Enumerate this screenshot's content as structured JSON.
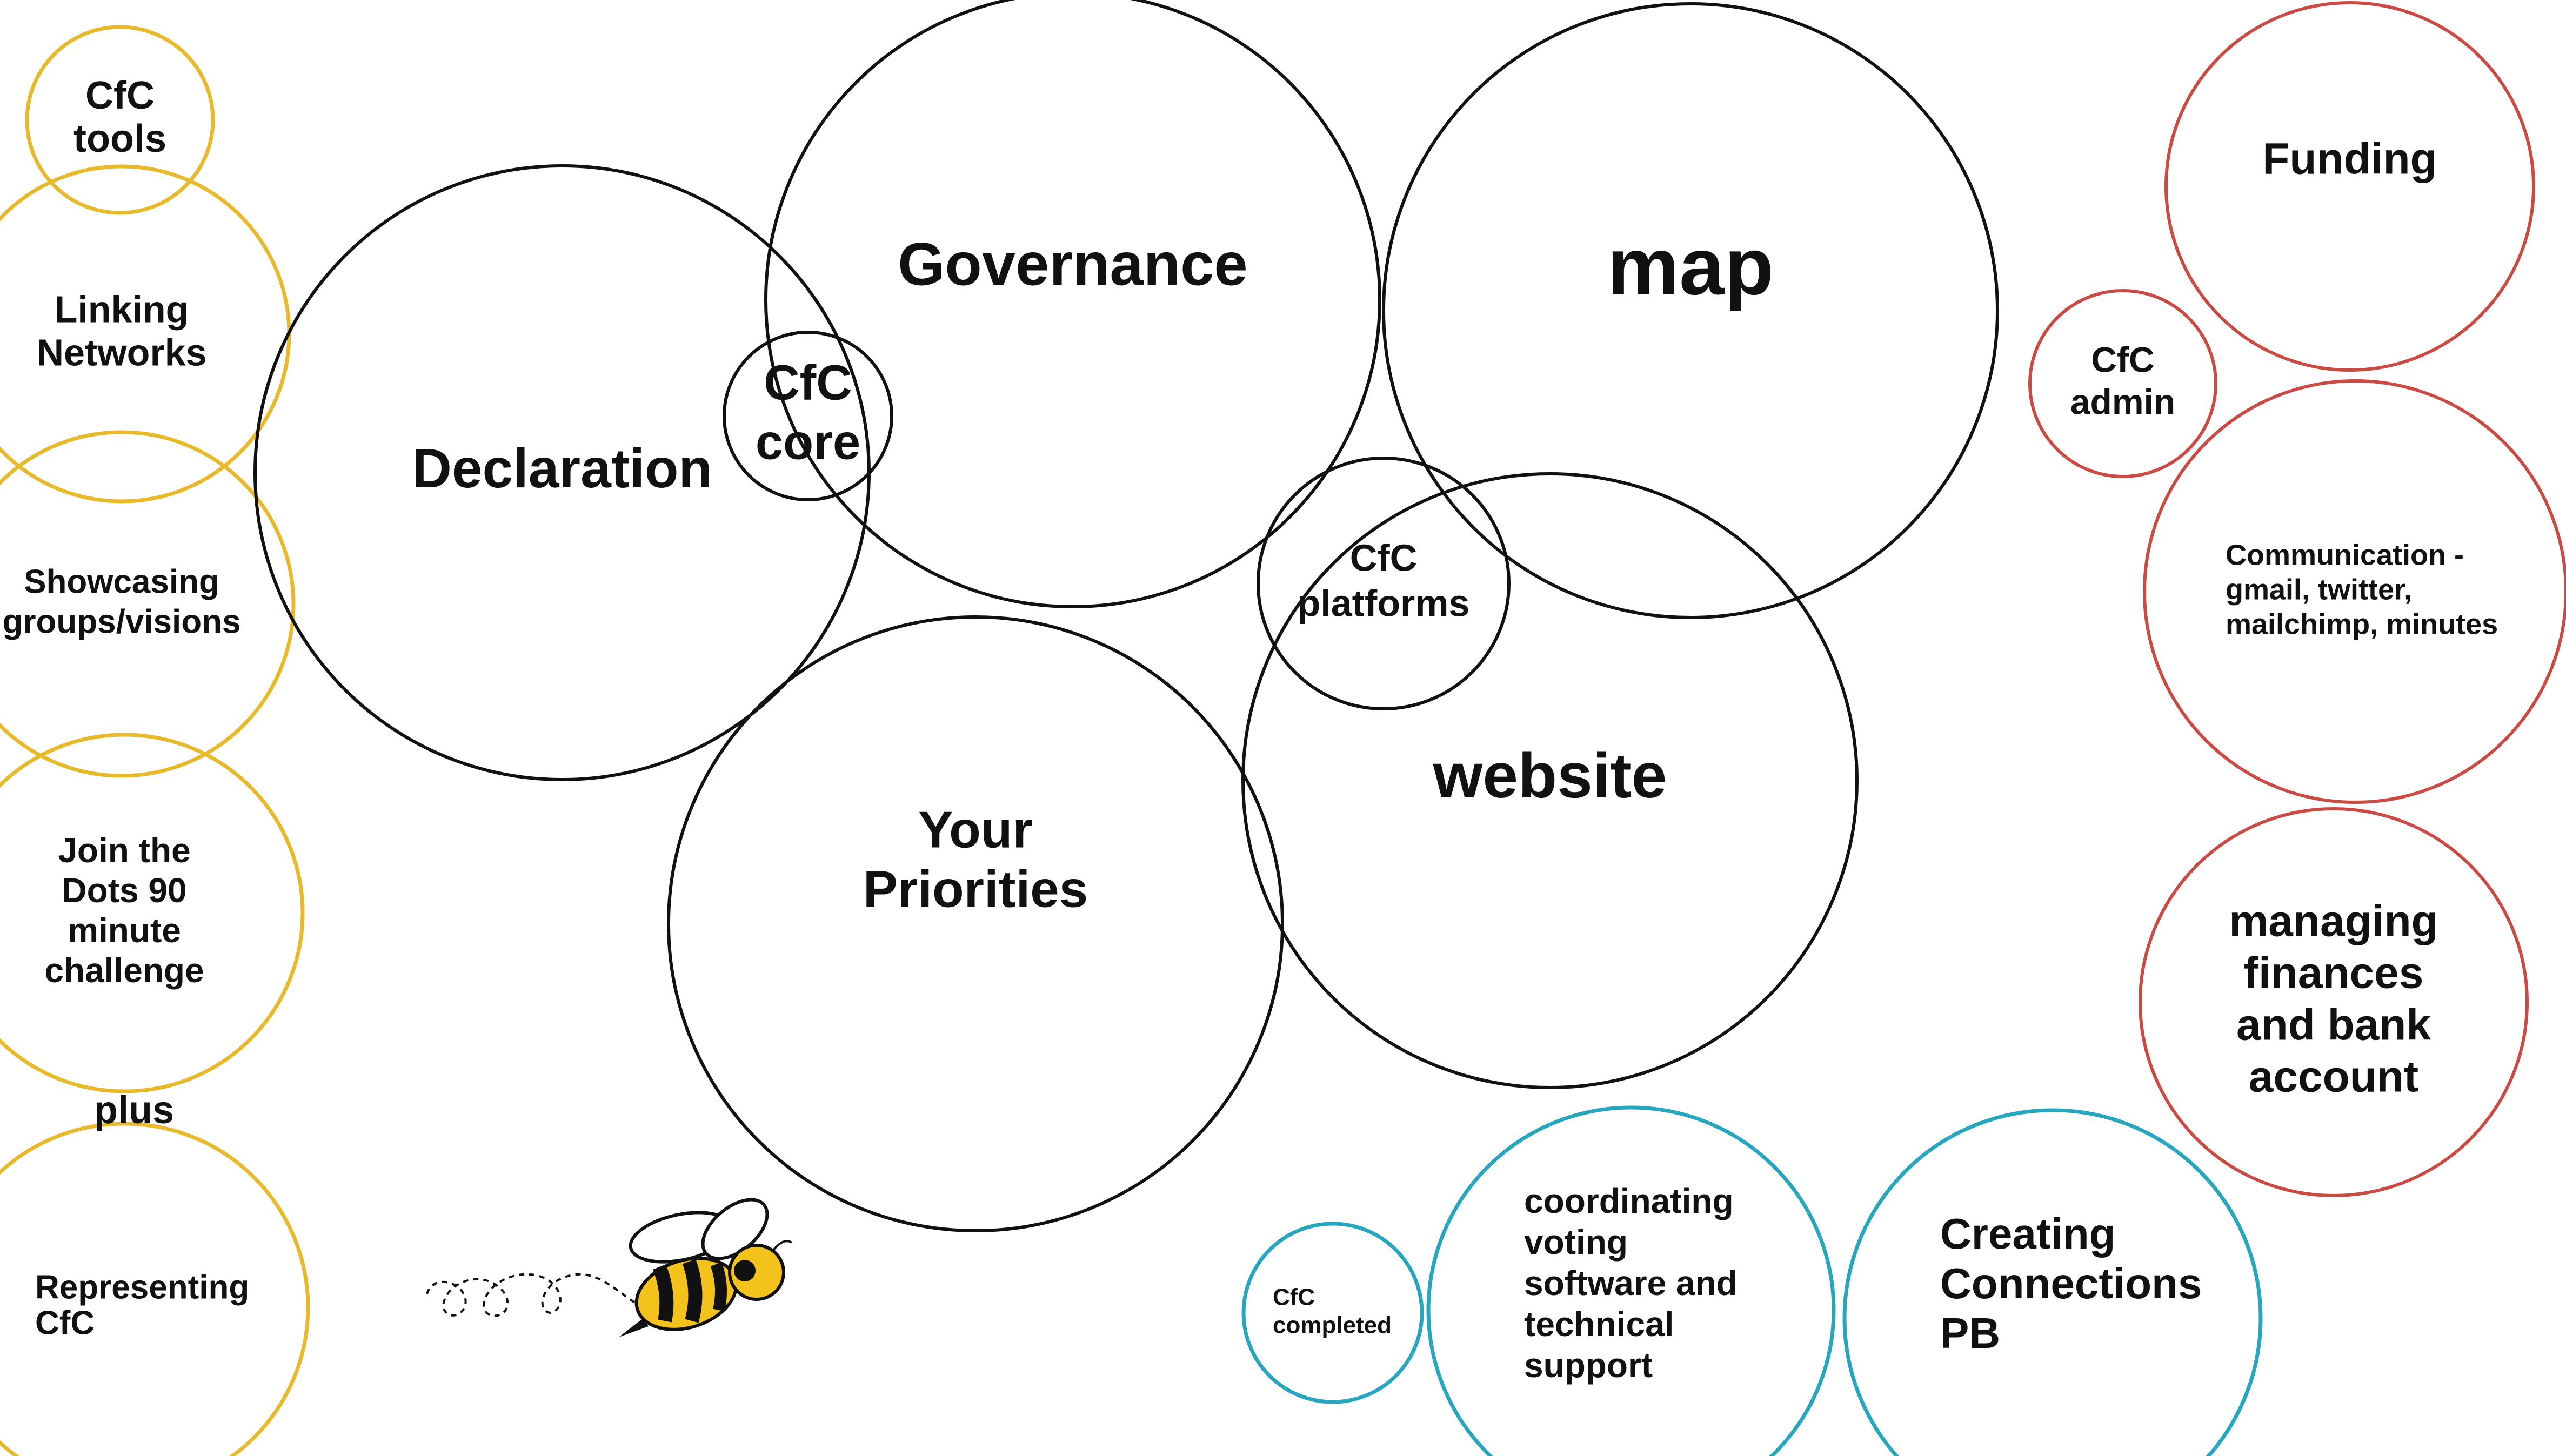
{
  "colors": {
    "core": "#111111",
    "tools": "#e8b92a",
    "admin": "#cc4a44",
    "completed": "#27a6bf",
    "text": "#111111",
    "bee_body": "#f3c21b",
    "bee_stripes": "#111111"
  },
  "bubbles": [
    {
      "id": "cfc-tools",
      "group": "tools",
      "lines": [
        "CfC",
        "tools"
      ]
    },
    {
      "id": "linking-networks",
      "group": "tools",
      "lines": [
        "Linking",
        "Networks"
      ]
    },
    {
      "id": "showcasing",
      "group": "tools",
      "lines": [
        "Showcasing",
        "groups/visions"
      ]
    },
    {
      "id": "join-the-dots",
      "group": "tools",
      "lines": [
        "Join the",
        "Dots 90",
        "minute",
        "challenge"
      ]
    },
    {
      "id": "representing-cfc",
      "group": "tools",
      "lines": [
        "Representing",
        "CfC"
      ]
    },
    {
      "id": "declaration",
      "group": "core",
      "lines": [
        "Declaration"
      ]
    },
    {
      "id": "governance",
      "group": "core",
      "lines": [
        "Governance"
      ]
    },
    {
      "id": "cfc-core",
      "group": "core",
      "lines": [
        "CfC",
        "core"
      ]
    },
    {
      "id": "map",
      "group": "core",
      "lines": [
        "map"
      ]
    },
    {
      "id": "your-priorities",
      "group": "core",
      "lines": [
        "Your",
        "Priorities"
      ]
    },
    {
      "id": "website",
      "group": "core",
      "lines": [
        "website"
      ]
    },
    {
      "id": "cfc-platforms",
      "group": "core",
      "lines": [
        "CfC",
        "platforms"
      ]
    },
    {
      "id": "funding",
      "group": "admin",
      "lines": [
        "Funding"
      ]
    },
    {
      "id": "cfc-admin",
      "group": "admin",
      "lines": [
        "CfC",
        "admin"
      ]
    },
    {
      "id": "communication",
      "group": "admin",
      "lines": [
        "Communication -",
        "gmail, twitter,",
        "mailchimp, minutes"
      ]
    },
    {
      "id": "managing-finances",
      "group": "admin",
      "lines": [
        "managing",
        "finances",
        "and bank",
        "account"
      ]
    },
    {
      "id": "cfc-completed",
      "group": "completed",
      "lines": [
        "CfC",
        "completed"
      ]
    },
    {
      "id": "coordinating-voting",
      "group": "completed",
      "lines": [
        "coordinating",
        "voting",
        "software and",
        "technical",
        "support"
      ]
    },
    {
      "id": "creating-connections",
      "group": "completed",
      "lines": [
        "Creating",
        "Connections",
        "PB"
      ]
    }
  ],
  "labels": {
    "plus": "plus"
  },
  "decorations": {
    "bee_icon": "bee-icon"
  }
}
